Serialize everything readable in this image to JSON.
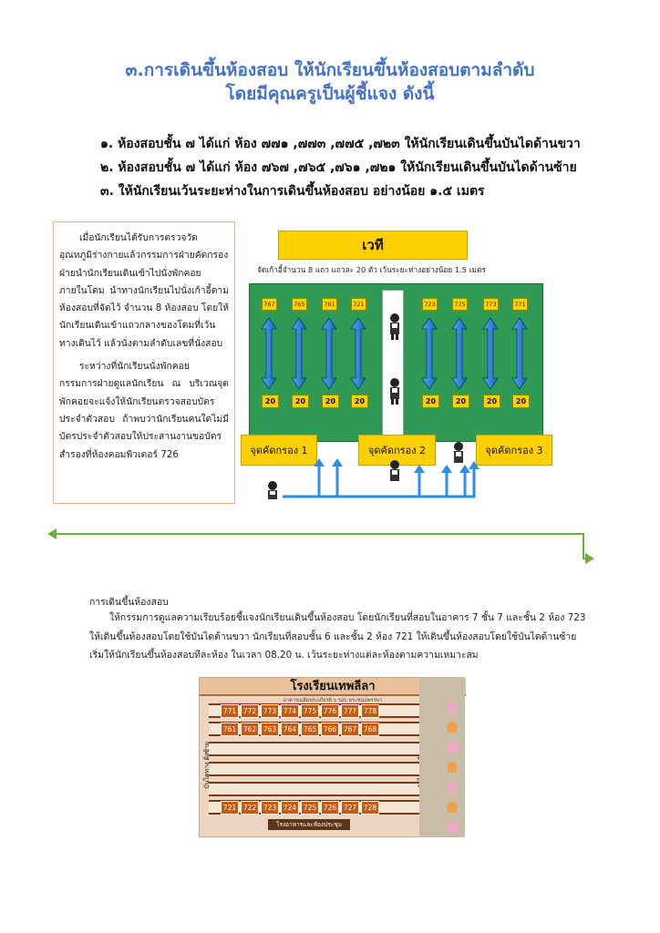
{
  "title": {
    "line1": "๓.การเดินขึ้นห้องสอบ ให้นักเรียนขึ้นห้องสอบตามลำดับ",
    "line2": "โดยมีคุณครูเป็นผู้ชี้แจง ดังนี้"
  },
  "rules": [
    "๑. ห้องสอบชั้น ๗ ได้แก่ ห้อง ๗๗๑ ,๗๗๓ ,๗๗๕ ,๗๒๓ ให้นักเรียนเดินขึ้นบันไดด้านขวา",
    "๒. ห้องสอบชั้น ๗ ได้แก่ ห้อง ๗๖๗ ,๗๖๕ ,๗๖๑ ,๗๒๑ ให้นักเรียนเดินขึ้นบันไดด้านซ้าย",
    "๓. ให้นักเรียนเว้นระยะห่างในการเดินขึ้นห้องสอบ อย่างน้อย ๑.๕ เมตร"
  ],
  "left_box": {
    "para1": "เมื่อนักเรียนได้รับการตรวจวัดอุณหภูมิร่างกายแล้วกรรมการฝ่ายคัดกรอง ฝ่ายนำนักเรียนเดินเข้าไปนั่งพักคอยภายในโดม นำทางนักเรียนไปนั่งเก้าอี้ตามห้องสอบที่จัดไว้ จำนวน 8 ห้องสอบ โดยให้นักเรียนเดินเข้าแถวกลางของโดมที่เว้นทางเดินไว้ แล้วนั่งตามลำดับเลขที่นั่งสอบ",
    "para2": "ระหว่างที่นักเรียนนั่งพักคอย กรรมการฝ่ายดูแลนักเรียน ณ บริเวณจุดพักคอยจะแจ้งให้นักเรียนตรวจสอบบัตรประจำตัวสอบ ถ้าพบว่านักเรียนคนใดไม่มีบัตรประจำตัวสอบให้ประสานงานขอบัตรสำรองที่ห้องคอมพิวเตอร์ 726"
  },
  "hall": {
    "stage_label": "เวที",
    "caption": "จัดเก้าอี้จำนวน 8 แถว แถวละ 20 ตัว เว้นระยะห่างอย่างน้อย 1.5 เมตร",
    "room_tags_left": [
      "767",
      "765",
      "761",
      "721"
    ],
    "room_tags_right": [
      "723",
      "775",
      "773",
      "771"
    ],
    "seat_count": "20",
    "points": [
      "จุดคัดกรอง 1",
      "จุดคัดกรอง 2",
      "จุดคัดกรอง 3"
    ],
    "colors": {
      "hall": "#2e9a53",
      "tag": "#ffd000",
      "arrow": "#1f6fc4"
    }
  },
  "section": {
    "heading": "การเดินขึ้นห้องสอบ",
    "body": "ให้กรรมการดูแลความเรียบร้อยชี้แจงนักเรียนเดินขึ้นห้องสอบ โดยนักเรียนที่สอบในอาคาร 7 ชั้น 7 และชั้น 2 ห้อง 723 ให้เดินขึ้นห้องสอบโดยใช้บันไดด้านขวา นักเรียนที่สอบชั้น 6 และชั้น 2 ห้อง 721 ให้เดินขึ้นห้องสอบโดยใช้บันไดด้านซ้าย เริ่มให้นักเรียนขึ้นห้องสอบทีละห้อง ในเวลา 08.20 น. เว้นระยะห่างแต่ละห้องตามความเหมาะสม"
  },
  "building": {
    "name": "โรงเรียนเทพลีลา",
    "subtitle": "อาคารเฉลิมพระเกียรติ ๖ รอบ พระชนมพรรษา",
    "floor7": [
      "771",
      "772",
      "773",
      "774",
      "775",
      "776",
      "777",
      "778"
    ],
    "floor6": [
      "761",
      "762",
      "763",
      "764",
      "765",
      "766",
      "767",
      "768"
    ],
    "floor2": [
      "721",
      "722",
      "723",
      "724",
      "725",
      "726",
      "727",
      "728"
    ],
    "stair_left": "บันไดทาง ฝั่งซ้าย",
    "stair_right": "บันไดทาง ฝั่งขวา",
    "ground": "โรงอาหารและห้องประชุม"
  }
}
